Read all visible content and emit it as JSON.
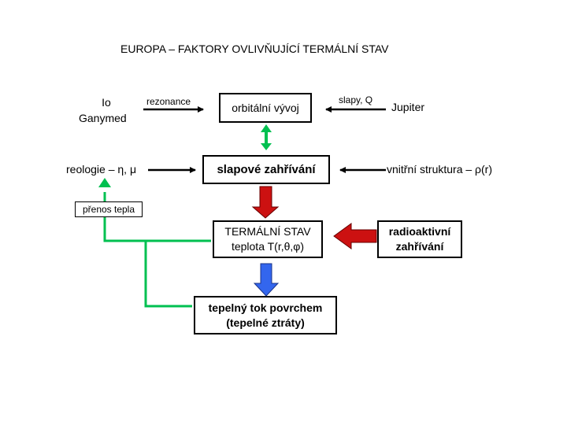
{
  "title": "EUROPA – FAKTORY OVLIVŇUJÍCÍ TERMÁLNÍ STAV",
  "nodes": {
    "io": "Io",
    "ganymed": "Ganymed",
    "rezonance": "rezonance",
    "orbital": "orbitální vývoj",
    "slapy": "slapy, Q",
    "jupiter": "Jupiter",
    "reologie": "reologie – η, μ",
    "slapove": "slapové zahřívání",
    "vnitrni": "vnitřní struktura – ρ(r)",
    "prenos": "přenos tepla",
    "termalni_line1": "TERMÁLNÍ STAV",
    "termalni_line2": "teplota T(r,θ,φ)",
    "radio_line1": "radioaktivní",
    "radio_line2": "zahřívání",
    "tok_line1": "tepelný tok povrchem",
    "tok_line2": "(tepelné ztráty)"
  },
  "colors": {
    "green": "#00c050",
    "red": "#cc1111",
    "blue": "#3366ee",
    "black": "#000000"
  }
}
